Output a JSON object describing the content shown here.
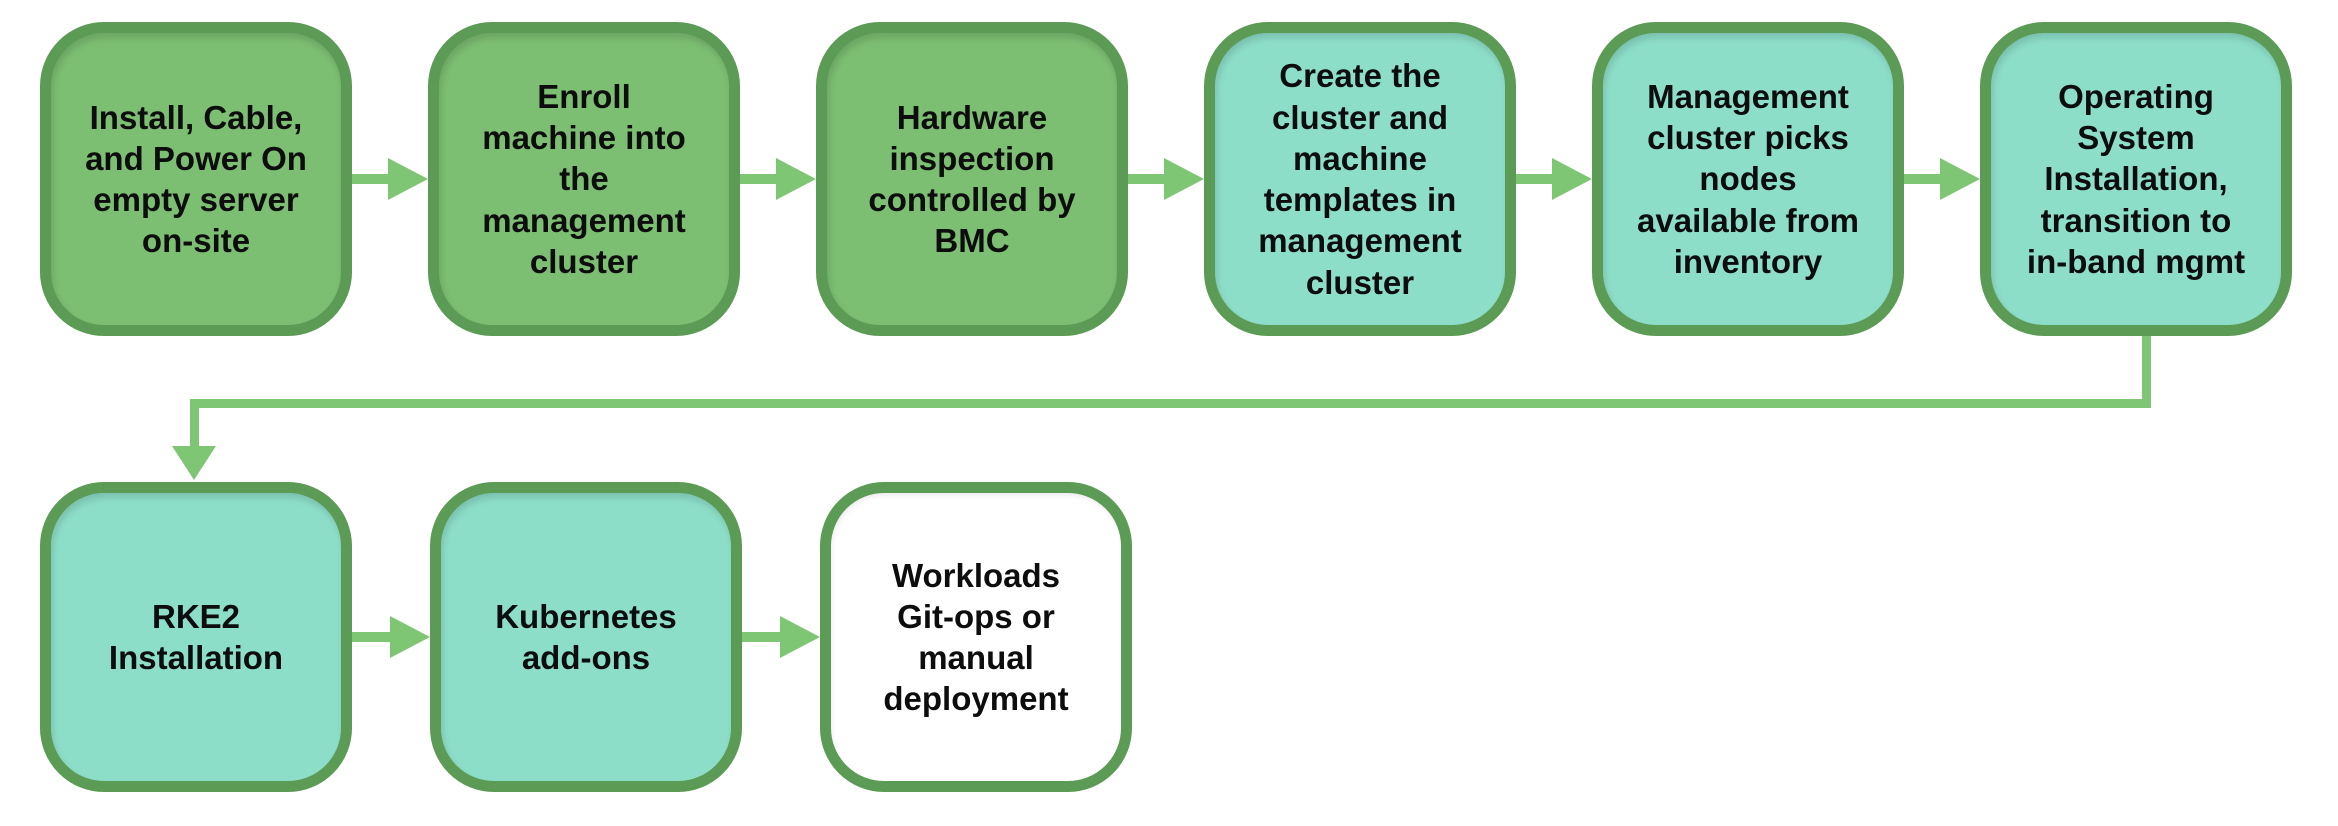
{
  "diagram": {
    "type": "flowchart",
    "colors": {
      "green_node_fill": "#7CBE72",
      "teal_node_fill": "#8DDEC9",
      "white_node_fill": "#FFFFFF",
      "node_border": "#5C9B55",
      "arrow": "#7EC674",
      "text": "#0D0D0D",
      "background": "#FFFFFF"
    },
    "nodes": [
      {
        "id": "install-cable-power",
        "label": "Install, Cable,\nand Power On\nempty server\non-site",
        "variant": "green"
      },
      {
        "id": "enroll-machine",
        "label": "Enroll\nmachine into\nthe\nmanagement\ncluster",
        "variant": "green"
      },
      {
        "id": "hardware-inspection",
        "label": "Hardware\ninspection\ncontrolled by\nBMC",
        "variant": "green"
      },
      {
        "id": "create-cluster-templates",
        "label": "Create the\ncluster and\nmachine\ntemplates in\nmanagement\ncluster",
        "variant": "teal"
      },
      {
        "id": "cluster-picks-nodes",
        "label": "Management\ncluster picks\nnodes\navailable from\ninventory",
        "variant": "teal"
      },
      {
        "id": "os-installation",
        "label": "Operating\nSystem\nInstallation,\ntransition to\nin-band mgmt",
        "variant": "teal"
      },
      {
        "id": "rke2-installation",
        "label": "RKE2\nInstallation",
        "variant": "teal"
      },
      {
        "id": "kubernetes-addons",
        "label": "Kubernetes\nadd-ons",
        "variant": "teal"
      },
      {
        "id": "workloads-deployment",
        "label": "Workloads\nGit-ops or\nmanual\ndeployment",
        "variant": "white"
      }
    ],
    "edges": [
      {
        "from": "install-cable-power",
        "to": "enroll-machine"
      },
      {
        "from": "enroll-machine",
        "to": "hardware-inspection"
      },
      {
        "from": "hardware-inspection",
        "to": "create-cluster-templates"
      },
      {
        "from": "create-cluster-templates",
        "to": "cluster-picks-nodes"
      },
      {
        "from": "cluster-picks-nodes",
        "to": "os-installation"
      },
      {
        "from": "os-installation",
        "to": "rke2-installation"
      },
      {
        "from": "rke2-installation",
        "to": "kubernetes-addons"
      },
      {
        "from": "kubernetes-addons",
        "to": "workloads-deployment"
      }
    ]
  }
}
